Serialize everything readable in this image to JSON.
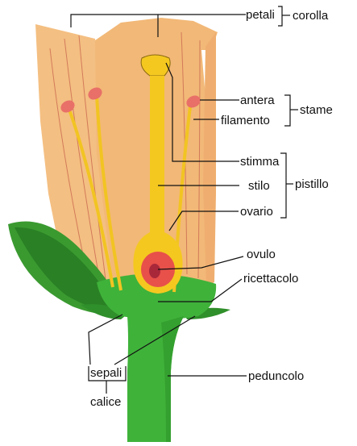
{
  "labels": {
    "petali": "petali",
    "corolla": "corolla",
    "antera": "antera",
    "filamento": "filamento",
    "stame": "stame",
    "stimma": "stimma",
    "stilo": "stilo",
    "pistillo": "pistillo",
    "ovario": "ovario",
    "ovulo": "ovulo",
    "ricettacolo": "ricettacolo",
    "peduncolo": "peduncolo",
    "sepali": "sepali",
    "calice": "calice"
  },
  "colors": {
    "petal": "#f4bf82",
    "petal_vein": "#d27a5a",
    "stem_green": "#3fb23a",
    "sepal_green": "#2f8f2a",
    "pistil_yellow": "#f5c820",
    "ovary_red": "#e8504a",
    "anther_pink": "#e87068"
  }
}
